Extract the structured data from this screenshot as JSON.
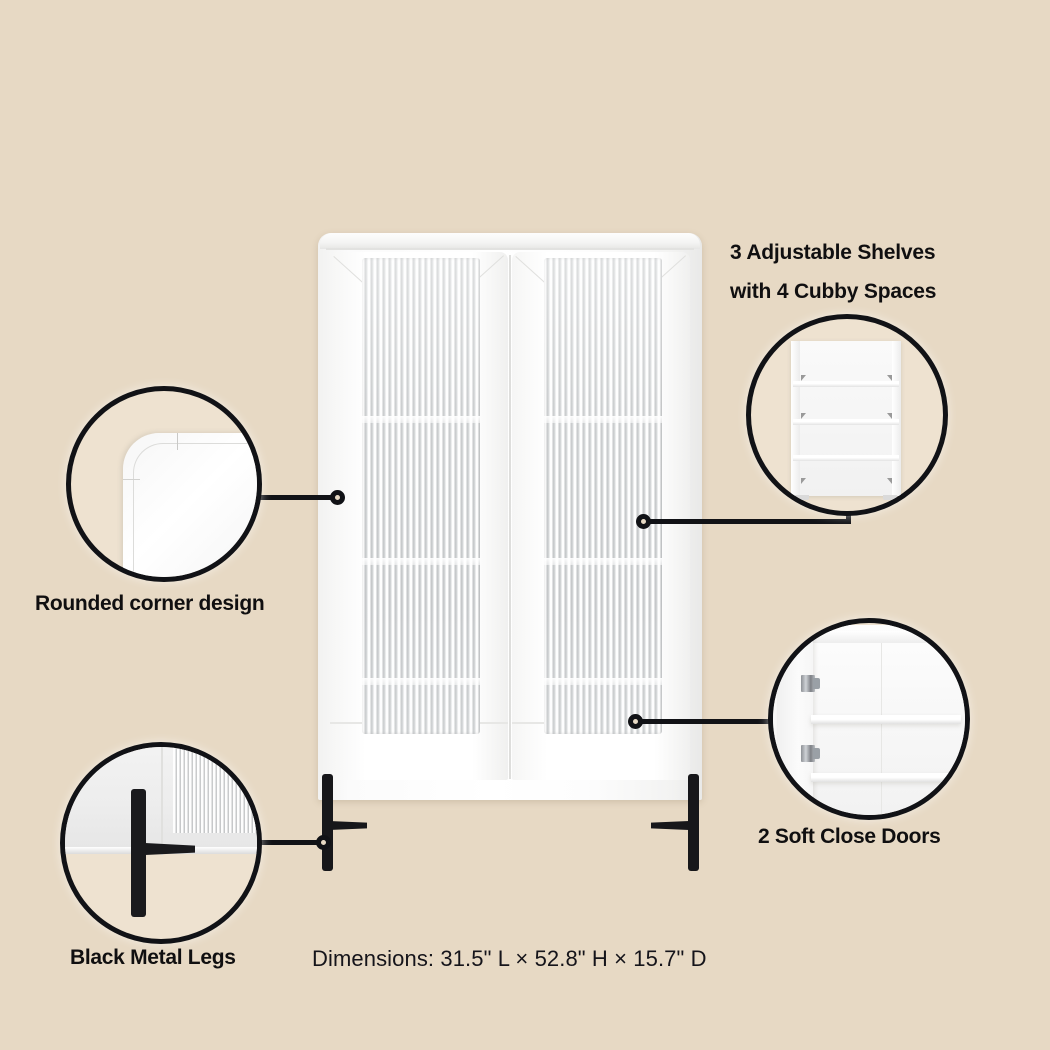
{
  "background_color": "#e7d9c4",
  "accent_color": "#111216",
  "product": {
    "name": "fluted-glass-storage-cabinet",
    "doors": 2,
    "shelves": 3
  },
  "callouts": [
    {
      "id": "rounded-corner",
      "label": "Rounded corner design",
      "icon": "rounded-corner-closeup-icon"
    },
    {
      "id": "adjustable-shelves",
      "label_line1": "3 Adjustable Shelves",
      "label_line2": "with 4 Cubby Spaces",
      "icon": "cabinet-interior-shelves-icon"
    },
    {
      "id": "soft-close-doors",
      "label": "2 Soft Close Doors",
      "icon": "door-hinge-closeup-icon"
    },
    {
      "id": "black-metal-legs",
      "label": "Black Metal Legs",
      "icon": "metal-leg-closeup-icon"
    }
  ],
  "dimensions": {
    "text": "Dimensions: 31.5\" L × 52.8\" H × 15.7\" D",
    "length": "31.5\" L",
    "height": "52.8\" H",
    "depth": "15.7\" D"
  }
}
